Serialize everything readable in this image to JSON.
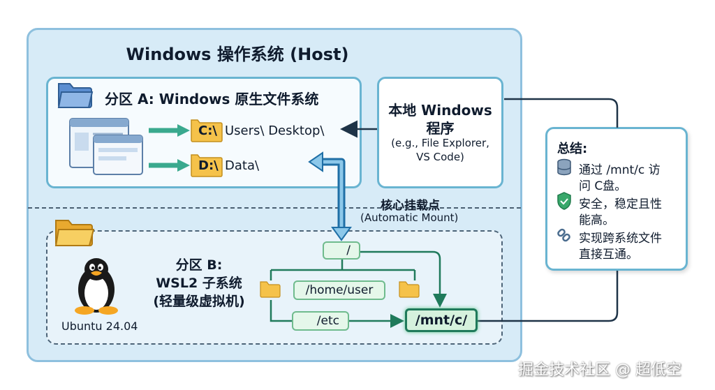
{
  "host": {
    "title": "Windows 操作系统 (Host)"
  },
  "partition_a": {
    "title": "分区 A: Windows 原生文件系统",
    "drive_c": "C:\\",
    "path_c": "Users\\ Desktop\\",
    "drive_d": "D:\\",
    "path_d": "Data\\"
  },
  "native_programs": {
    "title_line1": "本地 Windows",
    "title_line2": "程序",
    "example_line1": "(e.g., File Explorer,",
    "example_line2": "VS Code)"
  },
  "mount_point": {
    "title": "核心挂载点",
    "subtitle": "(Automatic Mount)"
  },
  "partition_b": {
    "title_line1": "分区 B:",
    "title_line2": "WSL2 子系统",
    "title_line3": "(轻量级虚拟机)",
    "distro": "Ubuntu 24.04"
  },
  "linux_tree": {
    "root": "/",
    "home": "/home/user",
    "etc": "/etc",
    "mnt": "/mnt/c/"
  },
  "summary": {
    "title": "总结:",
    "item1_line1": "通过 /mnt/c 访",
    "item1_line2": "问 C盘。",
    "item2_line1": "安全，稳定且性",
    "item2_line2": "能高。",
    "item3_line1": "实现跨系统文件",
    "item3_line2": "直接互通。"
  },
  "icons": {
    "folder": "folder-icon",
    "window": "app-window-icon",
    "tux": "tux-linux-icon",
    "database": "database-icon",
    "shield": "shield-check-icon",
    "link": "link-icon"
  },
  "watermark": "掘金技术社区 @ 超低空",
  "colors": {
    "host_bg": "#d7ebf7",
    "panel_border": "#69b4d1",
    "folder_yellow": "#f5c24a",
    "node_green": "#e5f7ea",
    "arrow_teal": "#3aa98e",
    "mount_arrow": "#1f6fa6",
    "link_line": "#1e3347"
  }
}
